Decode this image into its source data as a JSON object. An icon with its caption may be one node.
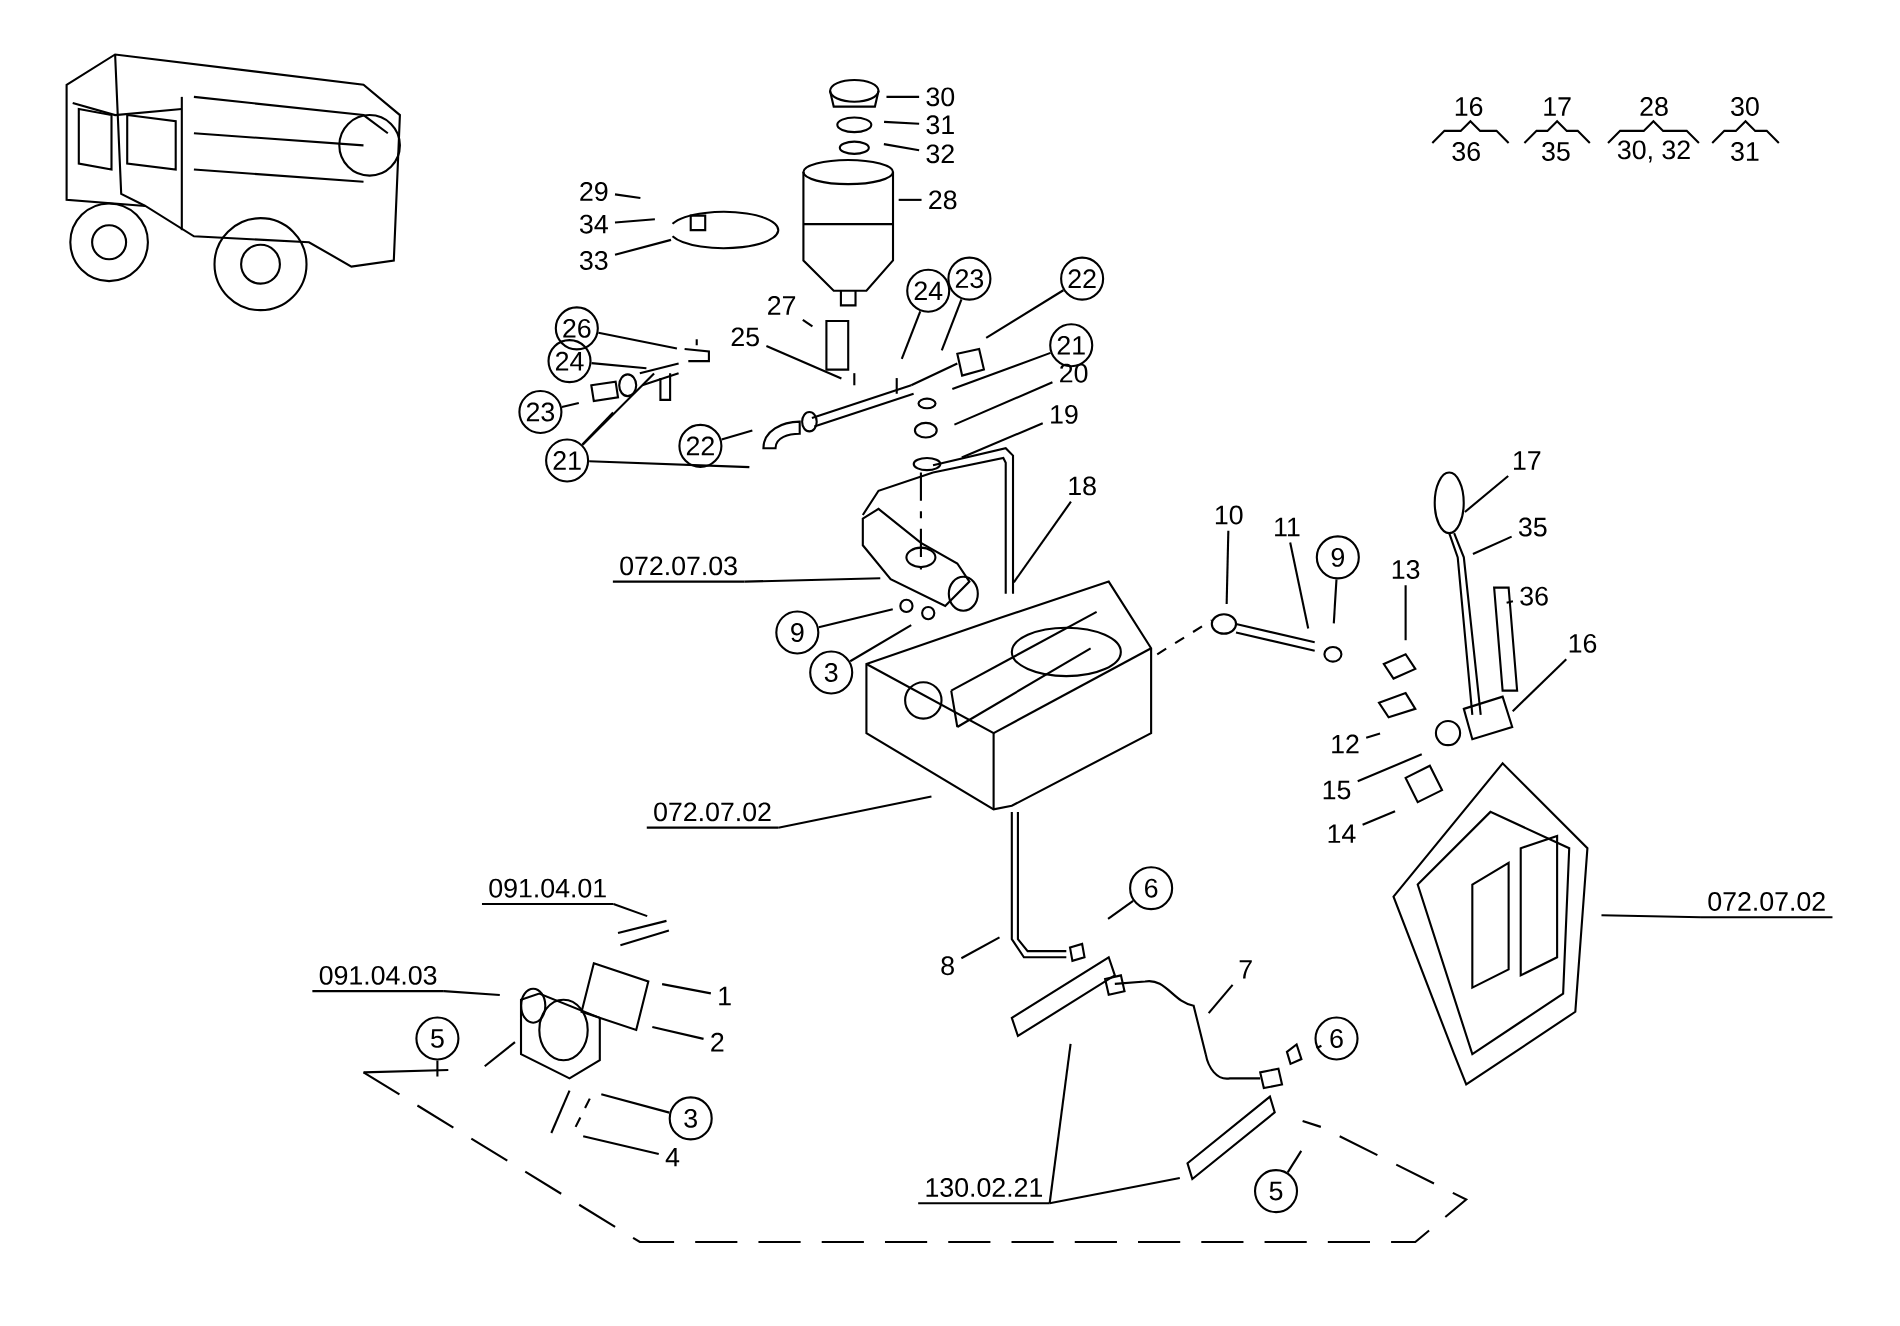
{
  "diagram": {
    "nodes": [
      {
        "text": [
          "30"
        ]
      },
      {
        "text": [
          "31"
        ]
      },
      {
        "text": [
          "32"
        ]
      },
      {
        "text": [
          "28"
        ]
      },
      {
        "text": [
          "29"
        ]
      },
      {
        "text": [
          "34"
        ]
      },
      {
        "text": [
          "33"
        ]
      },
      {
        "text": [
          "27"
        ]
      },
      {
        "text": [
          "26"
        ]
      },
      {
        "text": [
          "24"
        ]
      },
      {
        "text": [
          "23"
        ]
      },
      {
        "text": [
          "21"
        ]
      },
      {
        "text": [
          "22"
        ]
      },
      {
        "text": [
          "25"
        ]
      },
      {
        "text": [
          "24"
        ]
      },
      {
        "text": [
          "23"
        ]
      },
      {
        "text": [
          "22"
        ]
      },
      {
        "text": [
          "21"
        ]
      },
      {
        "text": [
          "20"
        ]
      },
      {
        "text": [
          "19"
        ]
      },
      {
        "text": [
          "072.07.03"
        ]
      },
      {
        "text": [
          "18"
        ]
      },
      {
        "text": [
          "9"
        ]
      },
      {
        "text": [
          "3"
        ]
      },
      {
        "text": [
          "10"
        ]
      },
      {
        "text": [
          "11"
        ]
      },
      {
        "text": [
          "9"
        ]
      },
      {
        "text": [
          "13"
        ]
      },
      {
        "text": [
          "12"
        ]
      },
      {
        "text": [
          "17"
        ]
      },
      {
        "text": [
          "35"
        ]
      },
      {
        "text": [
          "36"
        ]
      },
      {
        "text": [
          "16"
        ]
      },
      {
        "text": [
          "15"
        ]
      },
      {
        "text": [
          "14"
        ]
      },
      {
        "text": [
          "072.07.02"
        ]
      },
      {
        "text": [
          "072.07.02"
        ]
      },
      {
        "text": [
          "091.04.01"
        ]
      },
      {
        "text": [
          "091.04.03"
        ]
      },
      {
        "text": [
          "1"
        ]
      },
      {
        "text": [
          "2"
        ]
      },
      {
        "text": [
          "5"
        ]
      },
      {
        "text": [
          "3"
        ]
      },
      {
        "text": [
          "4"
        ]
      },
      {
        "text": [
          "6"
        ]
      },
      {
        "text": [
          "8"
        ]
      },
      {
        "text": [
          "7"
        ]
      },
      {
        "text": [
          "6"
        ]
      },
      {
        "text": [
          "130.02.21"
        ]
      },
      {
        "text": [
          "5"
        ]
      }
    ],
    "edges": [
      {
        "from": 0,
        "to": null,
        "arrow": "none"
      },
      {
        "from": 1,
        "to": null,
        "arrow": "none"
      },
      {
        "from": 2,
        "to": null,
        "arrow": "none"
      },
      {
        "from": 3,
        "to": null,
        "arrow": "none"
      },
      {
        "from": 4,
        "to": null,
        "arrow": "none"
      },
      {
        "from": 5,
        "to": null,
        "arrow": "none"
      },
      {
        "from": 6,
        "to": null,
        "arrow": "none"
      },
      {
        "from": 7,
        "to": null,
        "arrow": "none"
      },
      {
        "from": 8,
        "to": null,
        "arrow": "none"
      },
      {
        "from": 9,
        "to": null,
        "arrow": "none"
      },
      {
        "from": 10,
        "to": null,
        "arrow": "none"
      },
      {
        "from": 11,
        "to": null,
        "arrow": "none"
      },
      {
        "from": 11,
        "to": null,
        "arrow": "none"
      },
      {
        "from": 11,
        "to": null,
        "arrow": "none"
      },
      {
        "from": 12,
        "to": null,
        "arrow": "none"
      },
      {
        "from": 13,
        "to": null,
        "arrow": "none"
      },
      {
        "from": 14,
        "to": null,
        "arrow": "none"
      },
      {
        "from": 15,
        "to": null,
        "arrow": "none"
      },
      {
        "from": 16,
        "to": null,
        "arrow": "none"
      },
      {
        "from": 17,
        "to": null,
        "arrow": "none"
      },
      {
        "from": 18,
        "to": null,
        "arrow": "none"
      },
      {
        "from": 19,
        "to": null,
        "arrow": "none"
      },
      {
        "from": 20,
        "to": null,
        "arrow": "none"
      },
      {
        "from": 21,
        "to": null,
        "arrow": "none"
      },
      {
        "from": 22,
        "to": null,
        "arrow": "none"
      },
      {
        "from": 23,
        "to": null,
        "arrow": "none"
      },
      {
        "from": 24,
        "to": null,
        "arrow": "none"
      },
      {
        "from": 25,
        "to": null,
        "arrow": "none"
      },
      {
        "from": 26,
        "to": null,
        "arrow": "none"
      },
      {
        "from": 27,
        "to": null,
        "arrow": "none"
      },
      {
        "from": 28,
        "to": null,
        "arrow": "none"
      },
      {
        "from": 29,
        "to": null,
        "arrow": "none"
      },
      {
        "from": 30,
        "to": null,
        "arrow": "none"
      },
      {
        "from": 31,
        "to": null,
        "arrow": "none"
      },
      {
        "from": 32,
        "to": null,
        "arrow": "none"
      },
      {
        "from": 33,
        "to": null,
        "arrow": "none"
      },
      {
        "from": 34,
        "to": null,
        "arrow": "none"
      },
      {
        "from": 35,
        "to": null,
        "arrow": "none"
      },
      {
        "from": 36,
        "to": null,
        "arrow": "none"
      },
      {
        "from": 37,
        "to": null,
        "arrow": "none"
      },
      {
        "from": 38,
        "to": null,
        "arrow": "none"
      },
      {
        "from": 39,
        "to": null,
        "arrow": "none"
      },
      {
        "from": 40,
        "to": null,
        "arrow": "none"
      },
      {
        "from": 41,
        "to": null,
        "arrow": "none"
      },
      {
        "from": 42,
        "to": null,
        "arrow": "none"
      },
      {
        "from": 43,
        "to": null,
        "arrow": "none"
      },
      {
        "from": 44,
        "to": null,
        "arrow": "none"
      },
      {
        "from": 45,
        "to": null,
        "arrow": "none"
      },
      {
        "from": 46,
        "to": null,
        "arrow": "none"
      },
      {
        "from": 47,
        "to": null,
        "arrow": "none"
      },
      {
        "from": 48,
        "to": null,
        "arrow": "none"
      },
      {
        "from": 48,
        "to": null,
        "arrow": "none"
      },
      {
        "from": 49,
        "to": null,
        "arrow": "none"
      }
    ],
    "labels": [
      "16",
      "17",
      "28",
      "30",
      "36",
      "35",
      "30, 32",
      "31"
    ]
  }
}
